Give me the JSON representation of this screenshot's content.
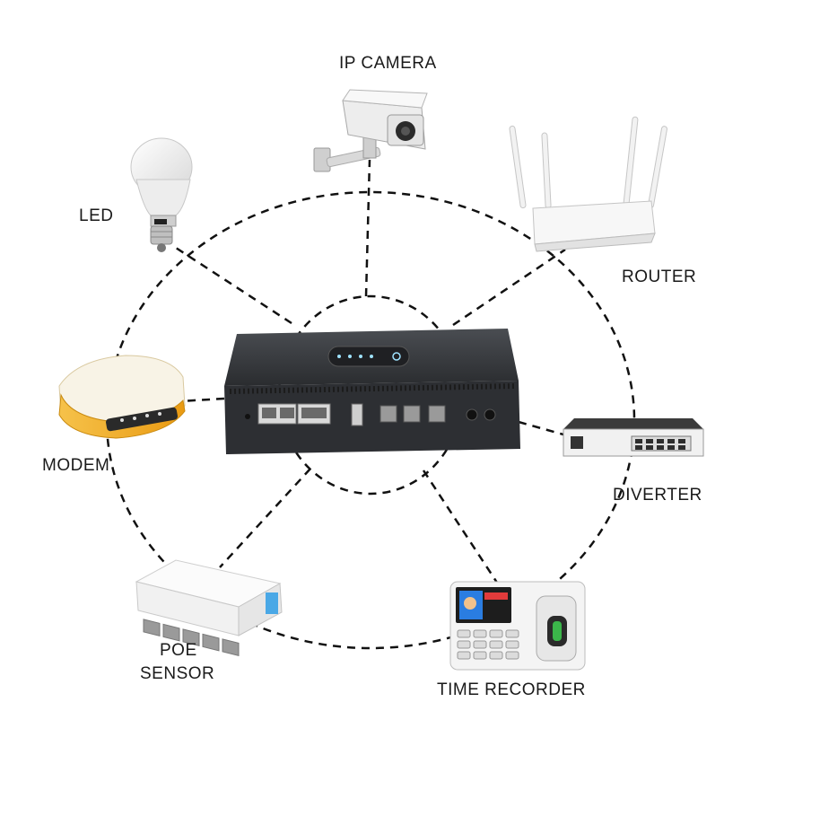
{
  "diagram": {
    "devices": {
      "ip_camera": "IP CAMERA",
      "led": "LED",
      "router": "ROUTER",
      "modem": "MODEM",
      "diverter": "DIVERTER",
      "poe_sensor_line1": "POE",
      "poe_sensor_line2": "SENSOR",
      "time_recorder": "TIME RECORDER"
    },
    "colors": {
      "hub_body": "#3a3c40",
      "hub_top": "#2b2d30",
      "indicator": "#9fe3ff",
      "modem_accent": "#f4b32c",
      "dash": "#111111",
      "device_white": "#f2f2f2"
    }
  }
}
